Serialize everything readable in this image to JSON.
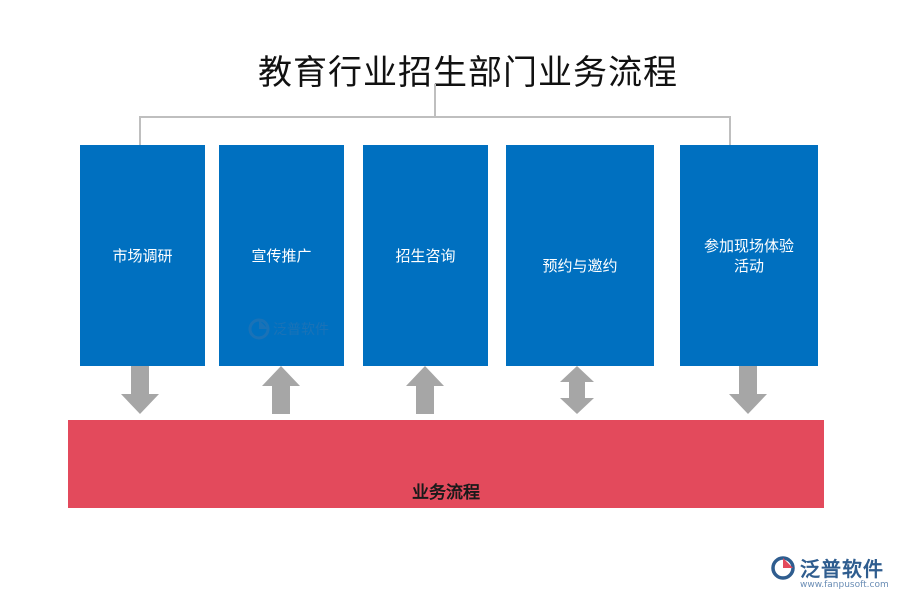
{
  "title": "教育行业招生部门业务流程",
  "steps": [
    {
      "label_line1": "市场调研",
      "label_line2": "",
      "arrow": "down"
    },
    {
      "label_line1": "宣传推广",
      "label_line2": "",
      "arrow": "up"
    },
    {
      "label_line1": "招生咨询",
      "label_line2": "",
      "arrow": "up"
    },
    {
      "label_line1": "预约与邀约",
      "label_line2": "",
      "arrow": "both"
    },
    {
      "label_line1": "参加现场体验",
      "label_line2": "活动",
      "arrow": "down"
    }
  ],
  "bottom_bar": {
    "label": "业务流程"
  },
  "watermark": {
    "text": "泛普软件"
  },
  "logo": {
    "text": "泛普软件",
    "url": "www.fanpusoft.com"
  },
  "colors": {
    "step_box": "#0070c0",
    "bottom_bar": "#e34a5c",
    "arrow": "#a6a6a6",
    "connector": "#bfbfbf"
  }
}
